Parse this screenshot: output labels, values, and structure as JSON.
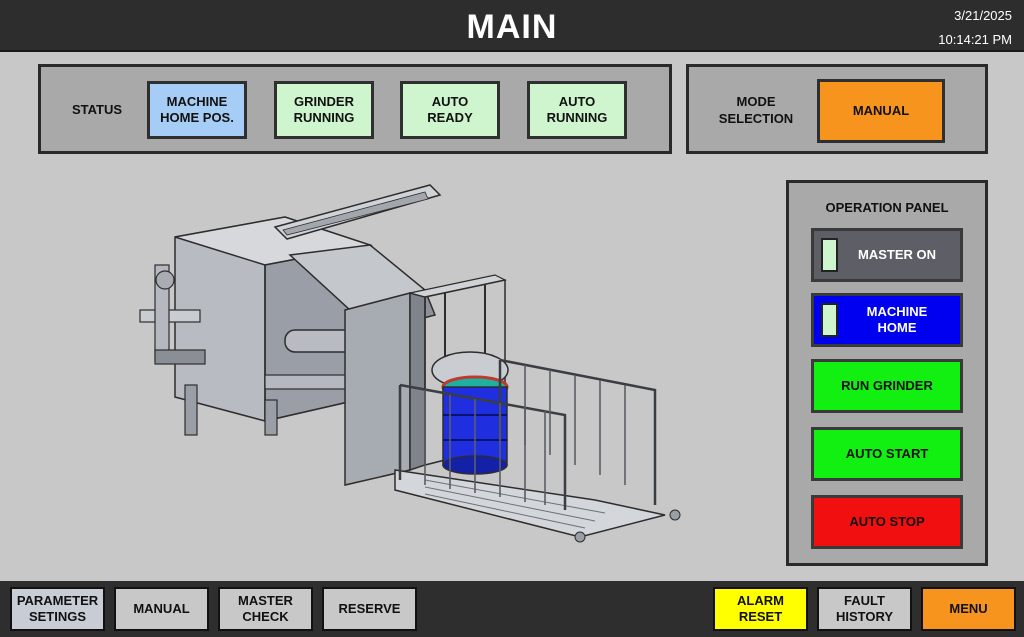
{
  "header": {
    "title": "MAIN",
    "date": "3/21/2025",
    "time": "10:14:21 PM"
  },
  "status": {
    "label": "STATUS",
    "indicators": [
      {
        "label": "MACHINE\nHOME POS.",
        "color": "#a6cdf5"
      },
      {
        "label": "GRINDER\nRUNNING",
        "color": "#cff5cf"
      },
      {
        "label": "AUTO\nREADY",
        "color": "#cff5cf"
      },
      {
        "label": "AUTO\nRUNNING",
        "color": "#cff5cf"
      }
    ]
  },
  "mode": {
    "label": "MODE\nSELECTION",
    "button": "MANUAL",
    "color": "#f7941d"
  },
  "operation_panel": {
    "title": "OPERATION PANEL",
    "buttons": [
      {
        "label": "MASTER ON",
        "color": "#5e5e66",
        "text_color": "#ffffff"
      },
      {
        "label": "MACHINE\nHOME",
        "color": "#0000f0",
        "text_color": "#ffffff"
      },
      {
        "label": "RUN GRINDER",
        "color": "#11f011",
        "text_color": "#111111"
      },
      {
        "label": "AUTO START",
        "color": "#11f011",
        "text_color": "#111111"
      },
      {
        "label": "AUTO STOP",
        "color": "#f20f0f",
        "text_color": "#111111"
      }
    ]
  },
  "footer": {
    "buttons": [
      {
        "label": "PARAMETER\nSETINGS",
        "color": "#c8ccd4"
      },
      {
        "label": "MANUAL",
        "color": "#c8c8c8"
      },
      {
        "label": "MASTER\nCHECK",
        "color": "#c8c8c8"
      },
      {
        "label": "RESERVE",
        "color": "#c8c8c8"
      },
      {
        "label": "ALARM\nRESET",
        "color": "#ffff00"
      },
      {
        "label": "FAULT\nHISTORY",
        "color": "#c8c8c8"
      },
      {
        "label": "MENU",
        "color": "#f7941d"
      }
    ]
  }
}
